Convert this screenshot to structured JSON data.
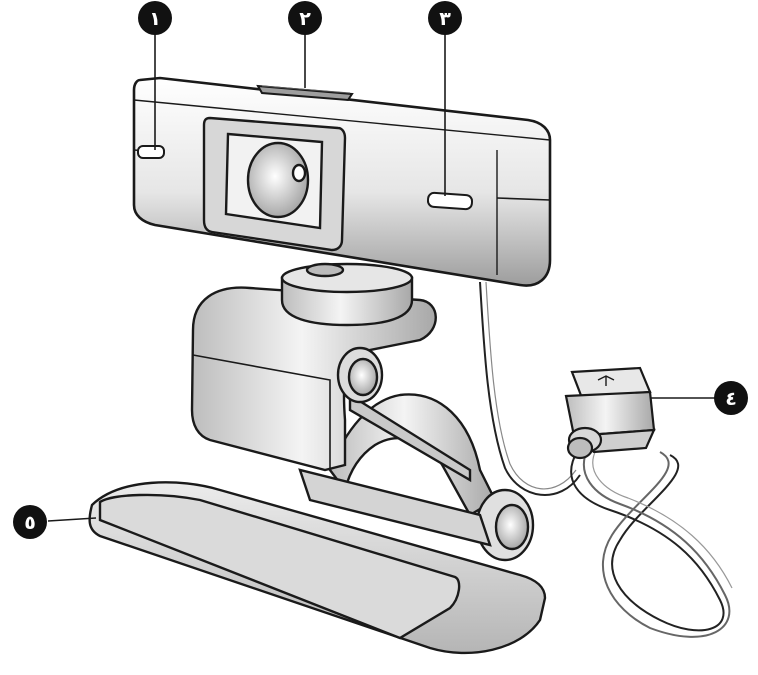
{
  "diagram": {
    "callouts": [
      {
        "id": "c1",
        "label": "١",
        "part": "left-indicator-light"
      },
      {
        "id": "c2",
        "label": "٢",
        "part": "top-button"
      },
      {
        "id": "c3",
        "label": "٣",
        "part": "right-indicator-light"
      },
      {
        "id": "c4",
        "label": "٤",
        "part": "usb-connector"
      },
      {
        "id": "c5",
        "label": "٥",
        "part": "base-stand"
      }
    ],
    "colors": {
      "outline": "#1a1a1a",
      "body_light": "#f2f2f2",
      "body_mid": "#d0d0d0",
      "body_dark": "#9a9a9a",
      "badge": "#111111",
      "badge_text": "#ffffff"
    }
  }
}
